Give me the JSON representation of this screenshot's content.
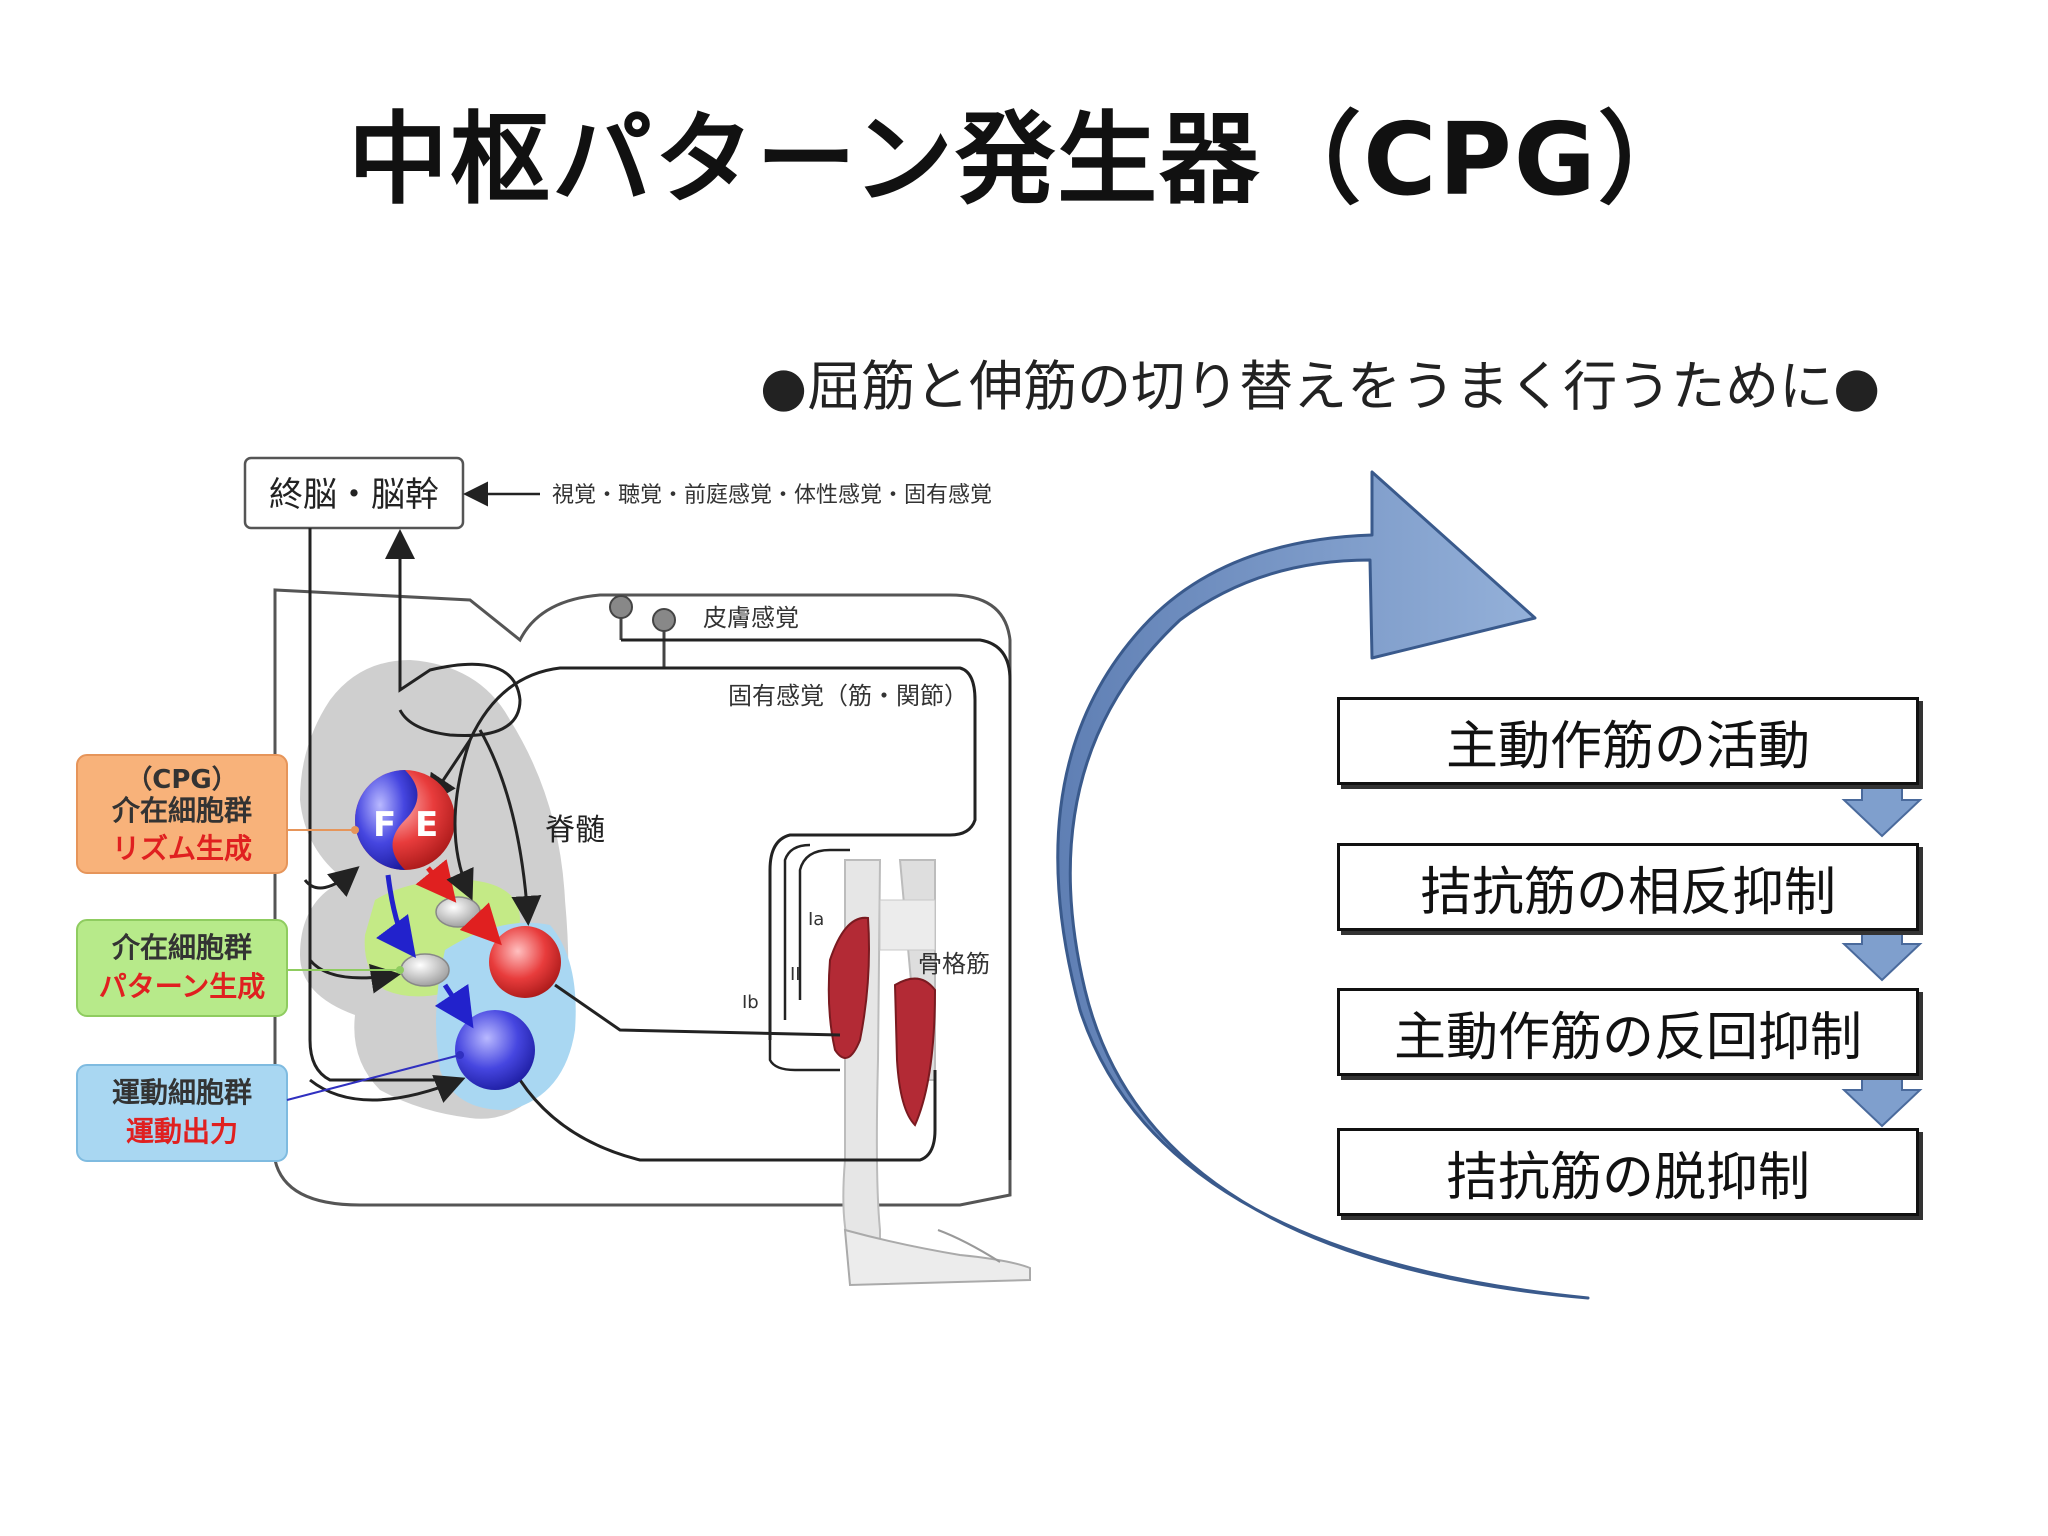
{
  "slide": {
    "title": "中枢パターン発生器（CPG）",
    "subtitle": "●屈筋と伸筋の切り替えをうまく行うために●"
  },
  "diagram": {
    "brain_box": "終脳・脳幹",
    "senses": "視覚・聴覚・前庭感覚・体性感覚・固有感覚",
    "skin_sense": "皮膚感覚",
    "proprio_sense": "固有感覚（筋・関節）",
    "spinal_cord": "脊髄",
    "skeletal_muscle": "骨格筋",
    "fiber_ia": "Ia",
    "fiber_ii": "II",
    "fiber_ib": "Ib",
    "neuron_f": "F",
    "neuron_e": "E",
    "cpg_label": {
      "line1": "（CPG）",
      "line2": "介在細胞群",
      "line3": "リズム生成"
    },
    "pattern_label": {
      "line1": "介在細胞群",
      "line2": "パターン生成"
    },
    "motor_label": {
      "line1": "運動細胞群",
      "line2": "運動出力"
    }
  },
  "steps": [
    {
      "label": "主動作筋の活動"
    },
    {
      "label": "拮抗筋の相反抑制"
    },
    {
      "label": "主動作筋の反回抑制"
    },
    {
      "label": "拮抗筋の脱抑制"
    }
  ],
  "colors": {
    "flexor": "#3a3ad8",
    "extensor": "#e23030",
    "cycle_arrow": "#7f9fcd",
    "cpg_box": "#f8b27a",
    "pattern_box": "#b7ea8a",
    "motor_box": "#a9d7f2",
    "muscle": "#b32a35"
  }
}
